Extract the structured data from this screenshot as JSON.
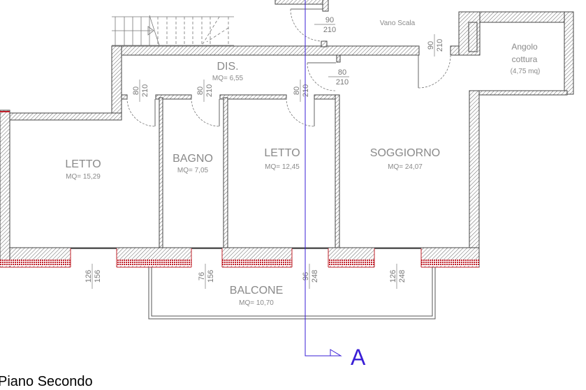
{
  "rooms": {
    "letto1": {
      "name": "LETTO",
      "area": "MQ= 15,29"
    },
    "bagno": {
      "name": "BAGNO",
      "area": "MQ= 7,05"
    },
    "letto2": {
      "name": "LETTO",
      "area": "MQ= 12,45"
    },
    "soggiorno": {
      "name": "SOGGIORNO",
      "area": "MQ= 24,07"
    },
    "dis": {
      "name": "DIS.",
      "area": "MQ= 6,55"
    },
    "vano_scala": {
      "name": "Vano Scala"
    },
    "angolo": {
      "line1": "Angolo",
      "line2": "cottura",
      "area": "(4,75 mq)"
    },
    "balcone": {
      "name": "BALCONE",
      "area": "MQ= 10,70"
    }
  },
  "doors": [
    {
      "w": "80",
      "h": "210"
    },
    {
      "w": "80",
      "h": "210"
    },
    {
      "w": "80",
      "h": "210"
    },
    {
      "w": "90",
      "h": "210"
    },
    {
      "w": "80",
      "h": "210"
    },
    {
      "w": "90",
      "h": "210"
    }
  ],
  "windows": [
    {
      "w": "126",
      "h": "156"
    },
    {
      "w": "76",
      "h": "156"
    },
    {
      "w": "96",
      "h": "248"
    },
    {
      "w": "126",
      "h": "248"
    }
  ],
  "section": {
    "label": "A",
    "color": "#3a1fd6"
  },
  "title": "Piano Secondo",
  "colors": {
    "wall_outline": "#444444",
    "facade_red": "#c0202a",
    "text_gray": "#8a8a8a"
  }
}
